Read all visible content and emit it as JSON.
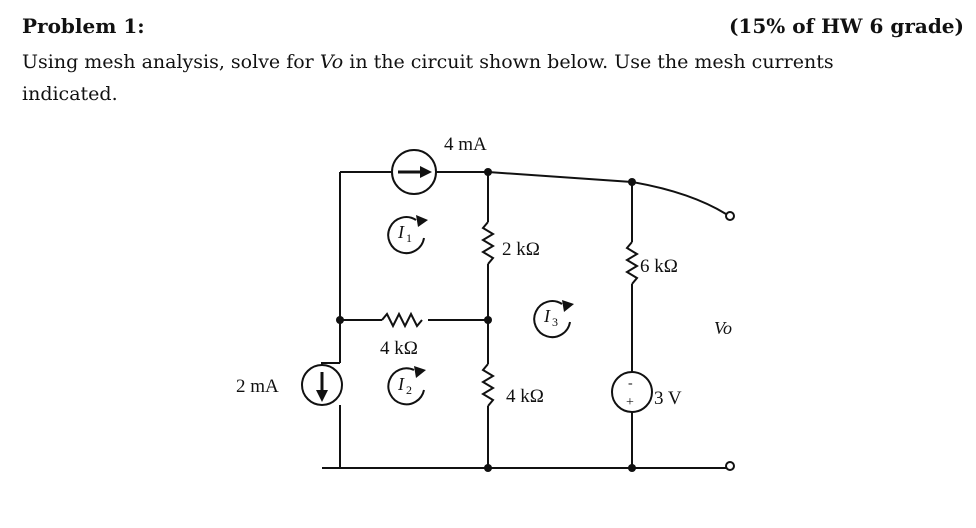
{
  "problem": {
    "title": "Problem 1:",
    "weight": "(15% of HW 6 grade)",
    "statement_before": "Using mesh analysis, solve for ",
    "statement_var": "Vo",
    "statement_after": " in the circuit shown below. Use the mesh currents indicated."
  },
  "circuit": {
    "labels": {
      "source_top": "4 mA",
      "source_left": "2 mA",
      "r_2k": "2 kΩ",
      "r_6k": "6 kΩ",
      "r_4k_horizontal": "4 kΩ",
      "r_4k_vertical": "4 kΩ",
      "v_source": "3 V",
      "output": "Vo",
      "mesh_1": "I",
      "mesh_1_sub": "1",
      "mesh_2": "I",
      "mesh_2_sub": "2",
      "mesh_3": "I",
      "mesh_3_sub": "3",
      "polarity_minus": "-",
      "polarity_plus": "+"
    }
  }
}
